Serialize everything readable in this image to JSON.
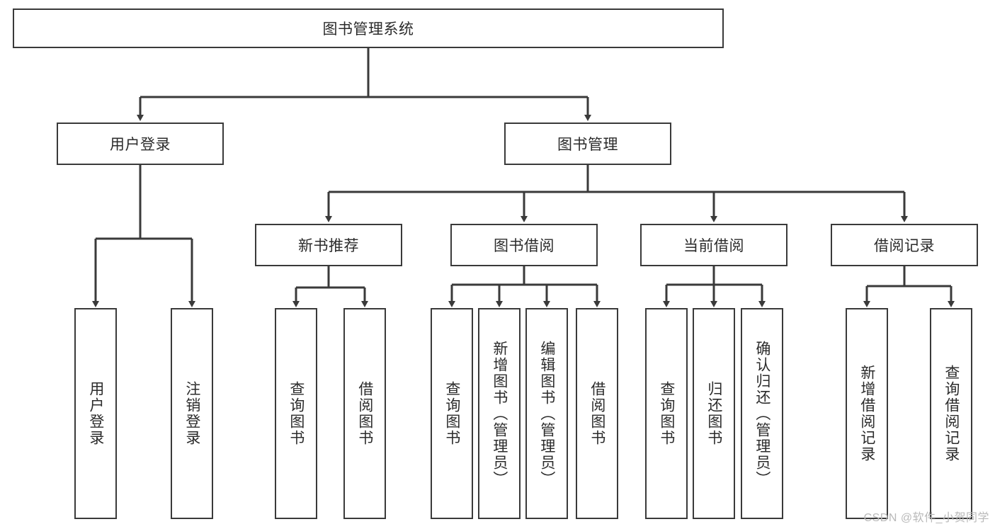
{
  "diagram": {
    "title": "图书管理系统",
    "type": "tree",
    "colors": {
      "border": "#3a3a3a",
      "text": "#2b2b2b",
      "background": "#ffffff",
      "connector": "#3a3a3a",
      "watermark": "#b9b9b9"
    },
    "nodes": {
      "root": {
        "label": "图书管理系统"
      },
      "level2": [
        {
          "label": "用户登录"
        },
        {
          "label": "图书管理"
        }
      ],
      "level3": [
        {
          "label": "新书推荐"
        },
        {
          "label": "图书借阅"
        },
        {
          "label": "当前借阅"
        },
        {
          "label": "借阅记录"
        }
      ],
      "leaves_user_login": [
        {
          "label": "用户登录"
        },
        {
          "label": "注销登录"
        }
      ],
      "leaves_new_book": [
        {
          "label": "查询图书"
        },
        {
          "label": "借阅图书"
        }
      ],
      "leaves_borrow": [
        {
          "label": "查询图书"
        },
        {
          "label": "新增图书（管理员）"
        },
        {
          "label": "编辑图书（管理员）"
        },
        {
          "label": "借阅图书"
        }
      ],
      "leaves_current": [
        {
          "label": "查询图书"
        },
        {
          "label": "归还图书"
        },
        {
          "label": "确认归还（管理员）"
        }
      ],
      "leaves_records": [
        {
          "label": "新增借阅记录"
        },
        {
          "label": "查询借阅记录"
        }
      ]
    },
    "watermark": "CSDN @软件_小贺同学"
  }
}
